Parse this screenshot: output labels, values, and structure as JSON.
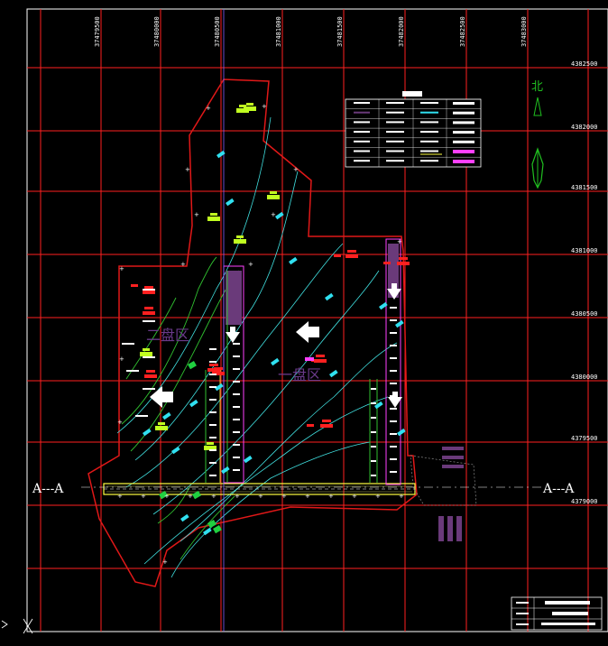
{
  "drawing": {
    "section_left": "A---A",
    "section_right": "A---A",
    "north_label": "北",
    "zone_2": "二盘区",
    "zone_1": "一盘区"
  },
  "grid_labels": {
    "top": [
      "37479500",
      "37480000",
      "37480500",
      "37481000",
      "37481500",
      "37482000",
      "37482500",
      "37483000"
    ],
    "right": [
      "4382500",
      "4382000",
      "4381500",
      "4381000",
      "4380500",
      "4380000",
      "4379500",
      "4379000"
    ]
  },
  "colors": {
    "background": "#000000",
    "grid": "#ff2020",
    "boundary": "#e01818",
    "contour": "#40e0e0",
    "green_line": "#30c030",
    "roadway": "#ffff40",
    "magenta": "#ff40ff",
    "purple_block": "#6a3a7a",
    "arrow": "#ffffff",
    "north": "#20c020"
  },
  "icons": {
    "north_arrow": "north-arrow-icon",
    "flow_arrow": "flow-arrow-icon",
    "ucs_axis": "ucs-axis-icon"
  }
}
